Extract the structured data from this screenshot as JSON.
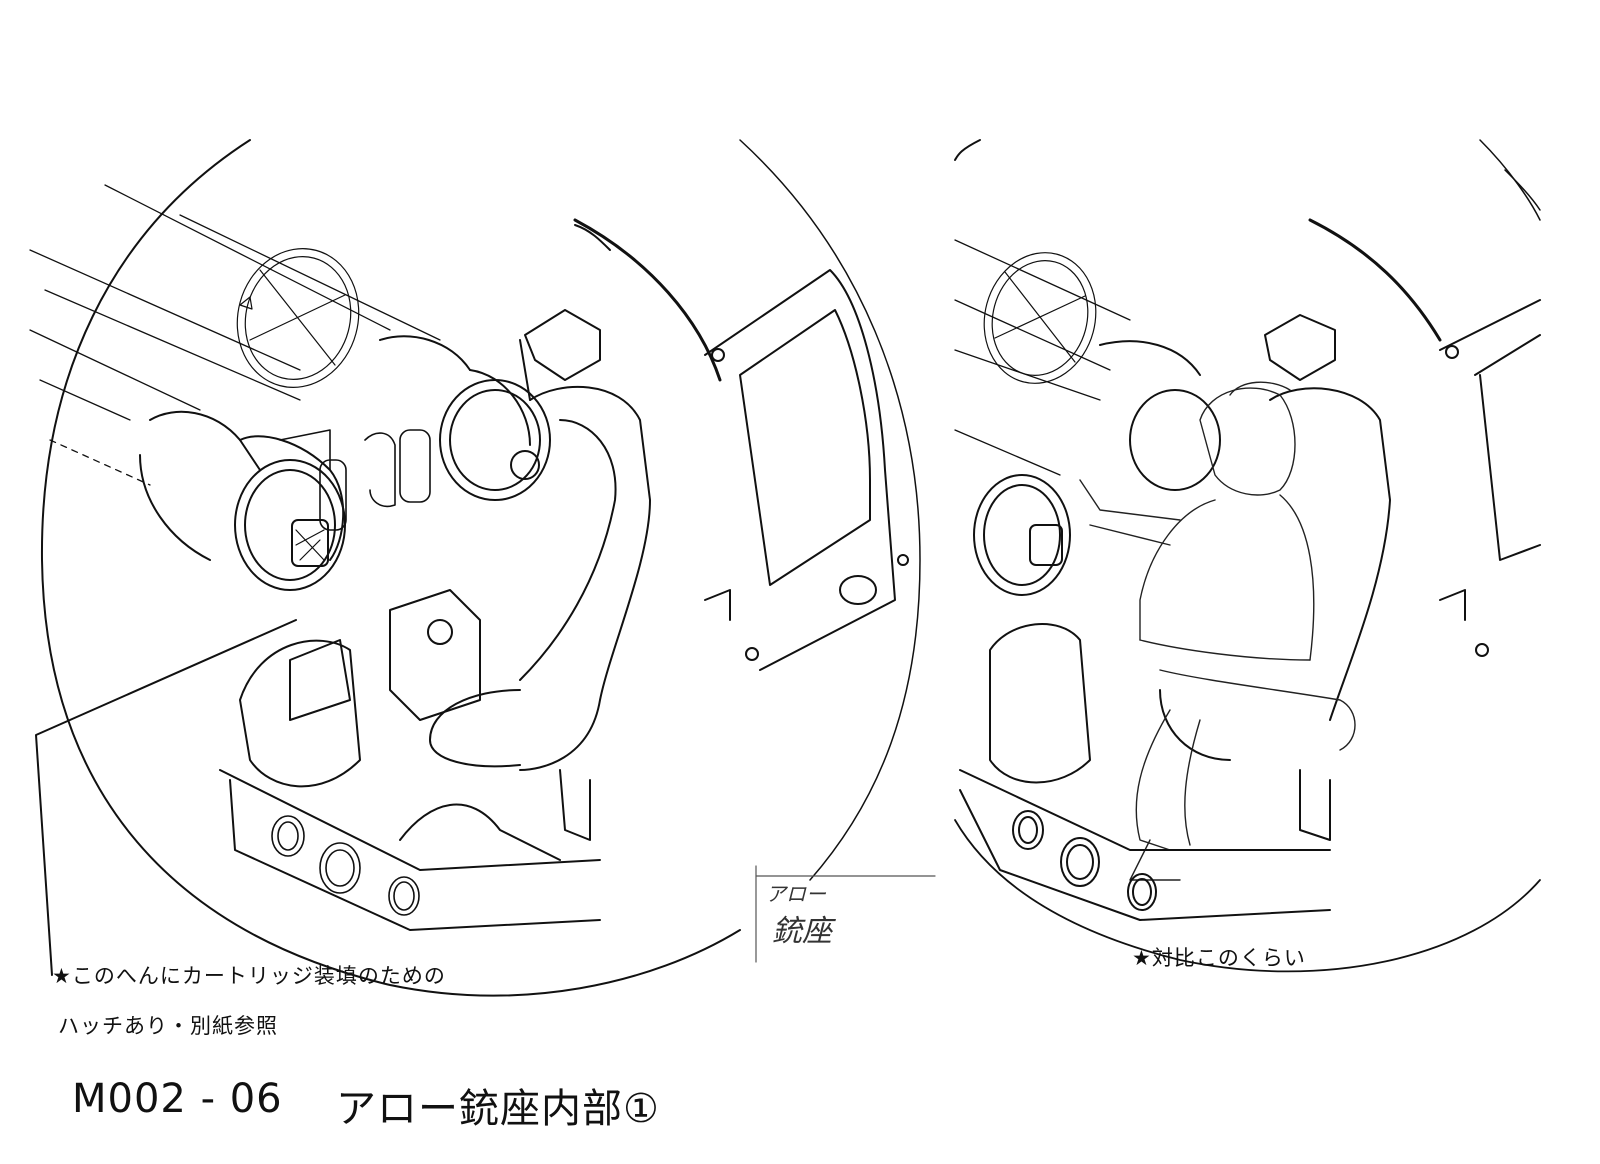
{
  "colors": {
    "ink": "#111111",
    "paper": "#ffffff",
    "pencil": "#333333"
  },
  "left_panel": {
    "callout_line1": "★このへんにカートリッジ装填のための",
    "callout_line2": "ハッチあり・別紙参照"
  },
  "right_panel": {
    "callout": "★対比このくらい"
  },
  "handwritten_note": {
    "line1": "アロー",
    "line2": "銃座"
  },
  "footer": {
    "code": "M002 - 06",
    "title": "アロー銃座内部①"
  }
}
